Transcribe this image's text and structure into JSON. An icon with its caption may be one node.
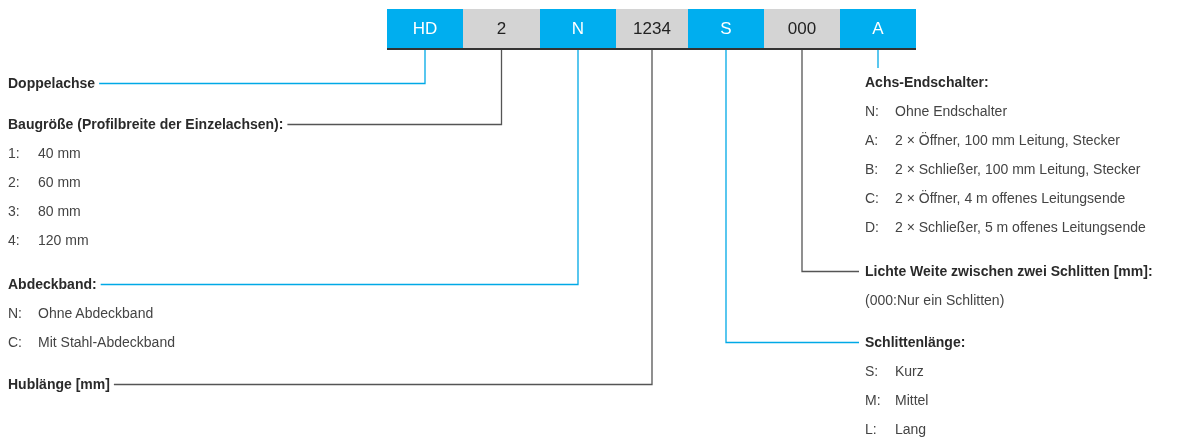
{
  "diagram": {
    "nodes": [
      {
        "text": [
          "HD"
        ]
      },
      {
        "text": [
          "2"
        ]
      },
      {
        "text": [
          "N"
        ]
      },
      {
        "text": [
          "1234"
        ]
      },
      {
        "text": [
          "S"
        ]
      },
      {
        "text": [
          "000"
        ]
      },
      {
        "text": [
          "A"
        ]
      },
      {
        "text": [
          "Doppelachse"
        ]
      },
      {
        "text": [
          "Baugröße (Profilbreite der Einzelachsen):",
          "1: 40 mm",
          "2: 60 mm",
          "3: 80 mm",
          "4: 120 mm"
        ]
      },
      {
        "text": [
          "Abdeckband:",
          "N: Ohne Abdeckband",
          "C: Mit Stahl-Abdeckband"
        ]
      },
      {
        "text": [
          "Hublänge [mm]"
        ]
      },
      {
        "text": [
          "Achs-Endschalter:",
          "N: Ohne Endschalter",
          "A: 2 × Öffner, 100 mm Leitung, Stecker",
          "B: 2 × Schließer, 100 mm Leitung, Stecker",
          "C: 2 × Öffner, 4 m offenes Leitungsende",
          "D: 2 × Schließer, 5 m offenes Leitungsende"
        ]
      },
      {
        "text": [
          "Lichte Weite zwischen zwei Schlitten [mm]:",
          "(000:Nur ein Schlitten)"
        ]
      },
      {
        "text": [
          "Schlittenlänge:",
          "S: Kurz",
          "M: Mittel",
          "L: Lang"
        ]
      }
    ],
    "edges": [
      {
        "from": 7,
        "to": 0,
        "arrow": "none"
      },
      {
        "from": 8,
        "to": 1,
        "arrow": "none",
        "color": "#555555"
      },
      {
        "from": 9,
        "to": 2,
        "arrow": "none"
      },
      {
        "from": 10,
        "to": 3,
        "arrow": "none",
        "color": "#555555"
      },
      {
        "from": 11,
        "to": 6,
        "arrow": "none"
      },
      {
        "from": 12,
        "to": 5,
        "arrow": "none",
        "color": "#555555"
      },
      {
        "from": 13,
        "to": 4,
        "arrow": "none"
      }
    ]
  }
}
